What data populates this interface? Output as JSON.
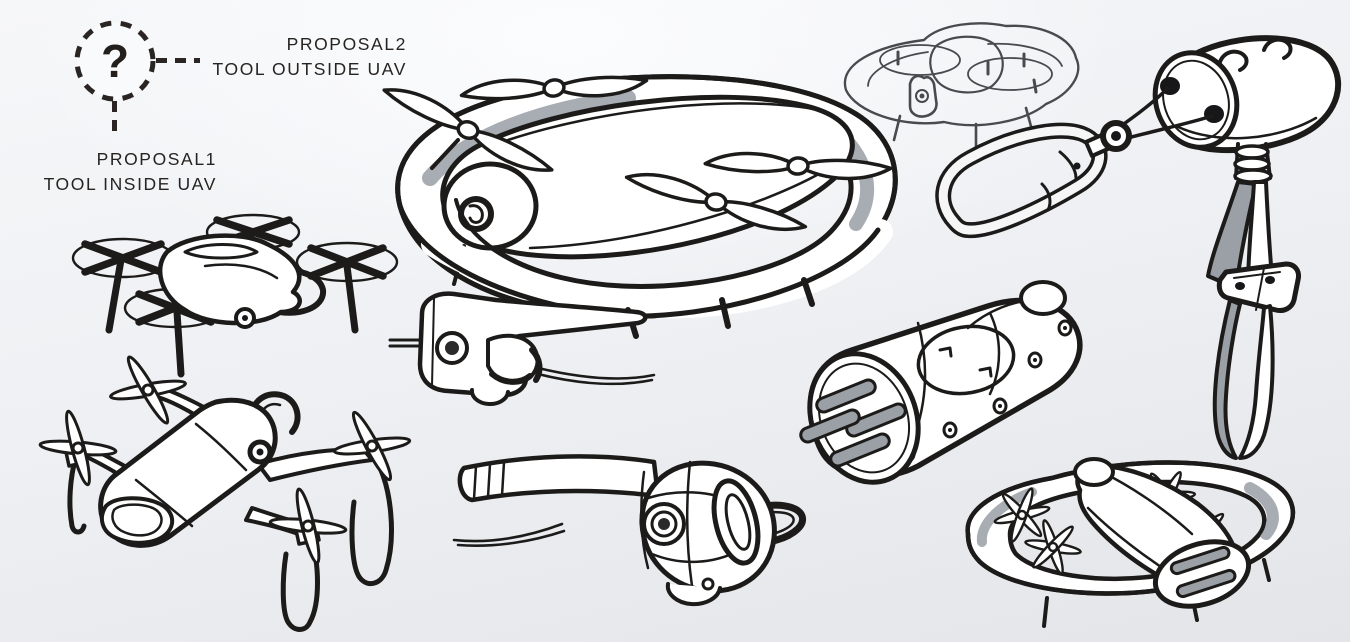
{
  "colors": {
    "ink": "#1c1b1a",
    "shading_gray": "#9aa0a6",
    "background_top": "#f6f7f9",
    "background_bottom": "#e3e5e9",
    "text": "#262320"
  },
  "callout": {
    "question_symbol": "?"
  },
  "labels": {
    "proposal2_title": "PROPOSAL2",
    "proposal2_subtitle": "TOOL OUTSIDE UAV",
    "proposal1_title": "PROPOSAL1",
    "proposal1_subtitle": "TOOL INSIDE UAV"
  },
  "sketches": [
    {
      "name": "caged-quadcopter-uav-sketch",
      "desc": "large caged quadcopter UAV with camera pod and landing legs"
    },
    {
      "name": "rough-quadcopter-thumbnail-sketch",
      "desc": "small rough pencil quadcopter concept"
    },
    {
      "name": "carabiner-tool-pod-lanyard-sketch",
      "desc": "carabiner clipped by swivel cord to tool pod with hanging strap lanyard"
    },
    {
      "name": "x-frame-quadcopter-sketch",
      "desc": "quadcopter with X rotor blades and carry handle body"
    },
    {
      "name": "handle-pod-quadcopter-sketch",
      "desc": "quadcopter with elongated tool pod body, handle loop and wire skids"
    },
    {
      "name": "handheld-clamp-tool-sketch",
      "desc": "small clamp tool with button and cable"
    },
    {
      "name": "barrel-tool-with-ring-sketch",
      "desc": "handheld tool with long barrel, dial and hook ring"
    },
    {
      "name": "capsule-tool-pod-sketch",
      "desc": "capsule tool pod with vent slots, dial and dome"
    },
    {
      "name": "caged-quadcopter-tool-inside-sketch",
      "desc": "caged quadcopter carrying tool pod inside"
    }
  ]
}
